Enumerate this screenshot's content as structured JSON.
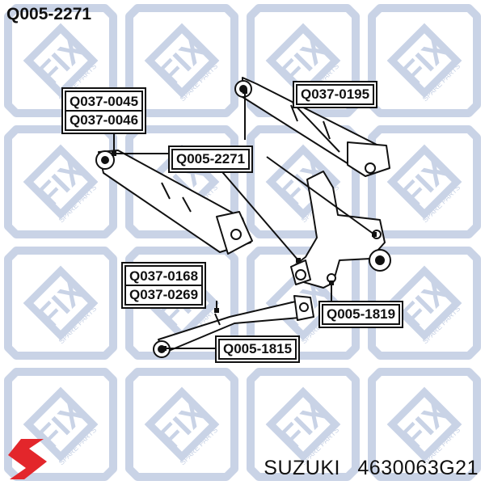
{
  "header": {
    "part_number": "Q005-2271"
  },
  "watermark": {
    "brand": "FIX",
    "tagline": "SPARE PARTS",
    "color": "#c9d3e6"
  },
  "labels": {
    "upper_left": [
      "Q037-0045",
      "Q037-0046"
    ],
    "upper_right": "Q037-0195",
    "center": "Q005-2271",
    "lower_left": [
      "Q037-0168",
      "Q037-0269"
    ],
    "knuckle_bushing": "Q005-1819",
    "lower_bushing": "Q005-1815"
  },
  "footer": {
    "brand": "SUZUKI",
    "oem_number": "4630063G21",
    "logo": "suzuki-s-logo-icon",
    "logo_color": "#e3262b"
  }
}
